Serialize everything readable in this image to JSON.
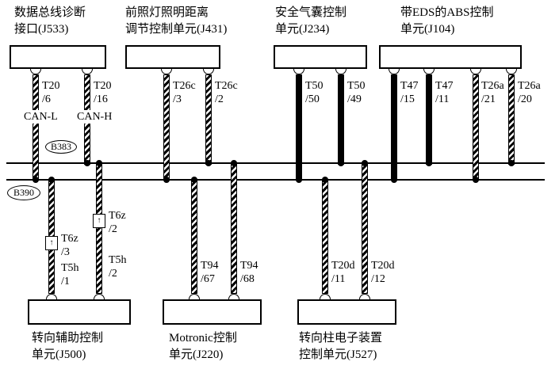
{
  "units": {
    "top": [
      {
        "id": "J533",
        "label": "数据总线诊断\n接口(J533)"
      },
      {
        "id": "J431",
        "label": "前照灯照明距离\n调节控制单元(J431)"
      },
      {
        "id": "J234",
        "label": "安全气囊控制\n单元(J234)"
      },
      {
        "id": "J104",
        "label": "带EDS的ABS控制\n单元(J104)"
      }
    ],
    "bottom": [
      {
        "id": "J500",
        "label": "转向辅助控制\n单元(J500)"
      },
      {
        "id": "J220",
        "label": "Motronic控制\n单元(J220)"
      },
      {
        "id": "J527",
        "label": "转向柱电子装置\n控制单元(J527)"
      }
    ]
  },
  "bus_nodes": {
    "b383": "B383",
    "b390": "B390"
  },
  "can_labels": {
    "low": "CAN-L",
    "high": "CAN-H"
  },
  "terminals": {
    "t20_6": "T20\n/6",
    "t20_16": "T20\n/16",
    "t26c_3": "T26c\n/3",
    "t26c_2": "T26c\n/2",
    "t50_50": "T50\n/50",
    "t50_49": "T50\n/49",
    "t47_15": "T47\n/15",
    "t47_11": "T47\n/11",
    "t26a_21": "T26a\n/21",
    "t26a_20": "T26a\n/20",
    "t6z_3": "T6z\n/3",
    "t5h_1": "T5h\n/1",
    "t6z_2": "T6z\n/2",
    "t5h_2": "T5h\n/2",
    "t94_67": "T94\n/67",
    "t94_68": "T94\n/68",
    "t20d_11": "T20d\n/11",
    "t20d_12": "T20d\n/12"
  },
  "icons": {
    "inline_connector": "↑"
  },
  "colors": {
    "line": "#000000",
    "background": "#ffffff"
  }
}
